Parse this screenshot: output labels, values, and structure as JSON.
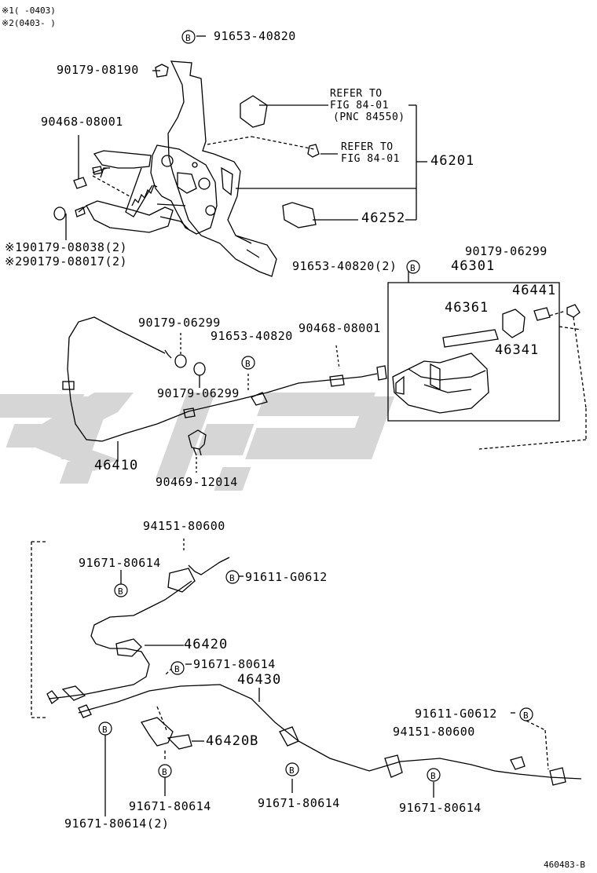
{
  "header_notes": {
    "note1": "※1(      -0403)",
    "note2": "※2(0403-      )"
  },
  "bolt_marker": "B",
  "labels": {
    "p91653_40820_top": "91653-40820",
    "p90179_08190": "90179-08190",
    "p90468_08001_top": "90468-08001",
    "refer1_line1": "REFER TO",
    "refer1_line2": "FIG 84-01",
    "refer1_line3": "(PNC 84550)",
    "refer2_line1": "REFER TO",
    "refer2_line2": "FIG 84-01",
    "p46201": "46201",
    "p46252": "46252",
    "p90179_08038": "※190179-08038(2)",
    "p90179_08017": "※290179-08017(2)",
    "p91653_40820_2": "91653-40820(2)",
    "p90179_06299_right": "90179-06299",
    "p46301": "46301",
    "p46441": "46441",
    "p46361": "46361",
    "p46341": "46341",
    "p90179_06299_a": "90179-06299",
    "p91653_40820_mid": "91653-40820",
    "p90468_08001_mid": "90468-08001",
    "p90179_06299_b": "90179-06299",
    "p46410": "46410",
    "p90469_12014": "90469-12014",
    "p94151_80600_top": "94151-80600",
    "p91671_80614_a": "91671-80614",
    "p91611_G0612_top": "91611-G0612",
    "p46420": "46420",
    "p91671_80614_b": "91671-80614",
    "p46430": "46430",
    "p91611_G0612_right": "91611-G0612",
    "p94151_80600_right": "94151-80600",
    "p46420B": "46420B",
    "p91671_80614_c": "91671-80614",
    "p91671_80614_d": "91671-80614",
    "p91671_80614_e": "91671-80614",
    "p91671_80614_2": "91671-80614(2)"
  },
  "figure_id": "460483-B",
  "watermark_color": "#b5b5b5"
}
